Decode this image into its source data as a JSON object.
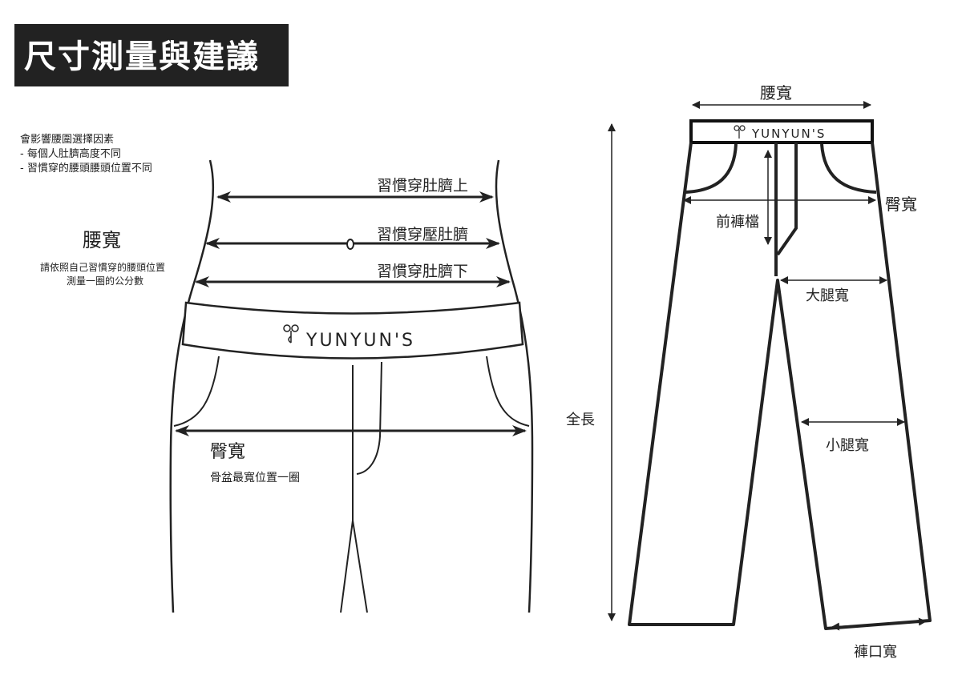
{
  "title": "尺寸測量與建議",
  "brand": "YUNYUN'S",
  "notes": {
    "heading": "會影響腰圍選擇因素",
    "items": [
      "- 每個人肚臍高度不同",
      "- 習慣穿的腰頭腰頭位置不同"
    ]
  },
  "body_diagram": {
    "waist_label": "腰寬",
    "waist_desc_1": "請依照自己習慣穿的腰頭位置",
    "waist_desc_2": "測量一圈的公分數",
    "above_navel": "習慣穿肚臍上",
    "on_navel": "習慣穿壓肚臍",
    "below_navel": "習慣穿肚臍下",
    "hip_label": "臀寬",
    "hip_desc": "骨盆最寬位置一圈"
  },
  "pants_diagram": {
    "waist": "腰寬",
    "hip": "臀寬",
    "front_rise": "前褲檔",
    "thigh": "大腿寬",
    "total_length": "全長",
    "calf": "小腿寬",
    "leg_opening": "褲口寬"
  }
}
